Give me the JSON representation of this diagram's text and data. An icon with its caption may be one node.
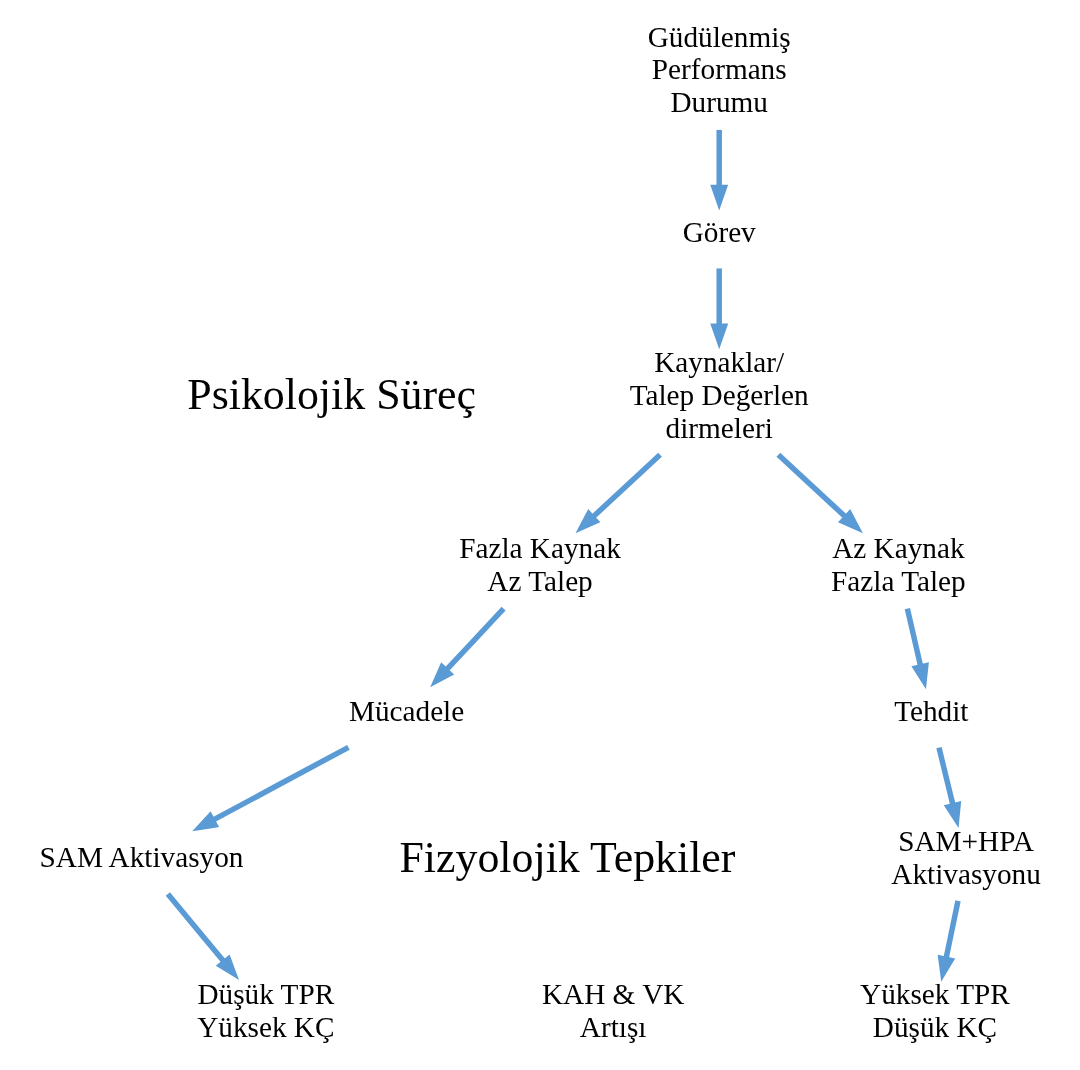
{
  "diagram": {
    "nodes": [
      {
        "text": [
          "Güdülenmiş Performans Durumu"
        ]
      },
      {
        "text": [
          "Görev"
        ]
      },
      {
        "text": [
          "Kaynaklar/ Talep Değerlendirmeleri"
        ]
      },
      {
        "text": [
          "Fazla Kaynak Az Talep"
        ]
      },
      {
        "text": [
          "Az Kaynak Fazla Talep"
        ]
      },
      {
        "text": [
          "Mücadele"
        ]
      },
      {
        "text": [
          "Tehdit"
        ]
      },
      {
        "text": [
          "SAM Aktivasyon"
        ]
      },
      {
        "text": [
          "SAM+HPA Aktivasyonu"
        ]
      },
      {
        "text": [
          "Düşük TPR Yüksek KÇ"
        ]
      },
      {
        "text": [
          "Yüksek TPR Düşük KÇ"
        ]
      }
    ],
    "edges": [
      {
        "from": 0,
        "to": 1,
        "arrow": "to"
      },
      {
        "from": 1,
        "to": 2,
        "arrow": "to"
      },
      {
        "from": 2,
        "to": 3,
        "arrow": "to"
      },
      {
        "from": 2,
        "to": 4,
        "arrow": "to"
      },
      {
        "from": 3,
        "to": 5,
        "arrow": "to"
      },
      {
        "from": 4,
        "to": 6,
        "arrow": "to"
      },
      {
        "from": 5,
        "to": 7,
        "arrow": "to"
      },
      {
        "from": 6,
        "to": 8,
        "arrow": "to"
      },
      {
        "from": 7,
        "to": 9,
        "arrow": "to"
      },
      {
        "from": 8,
        "to": 10,
        "arrow": "to"
      }
    ],
    "labels": [
      "Psikolojik Süreç",
      "Fizyolojik Tepkiler",
      "KAH & VK Artışı"
    ]
  }
}
